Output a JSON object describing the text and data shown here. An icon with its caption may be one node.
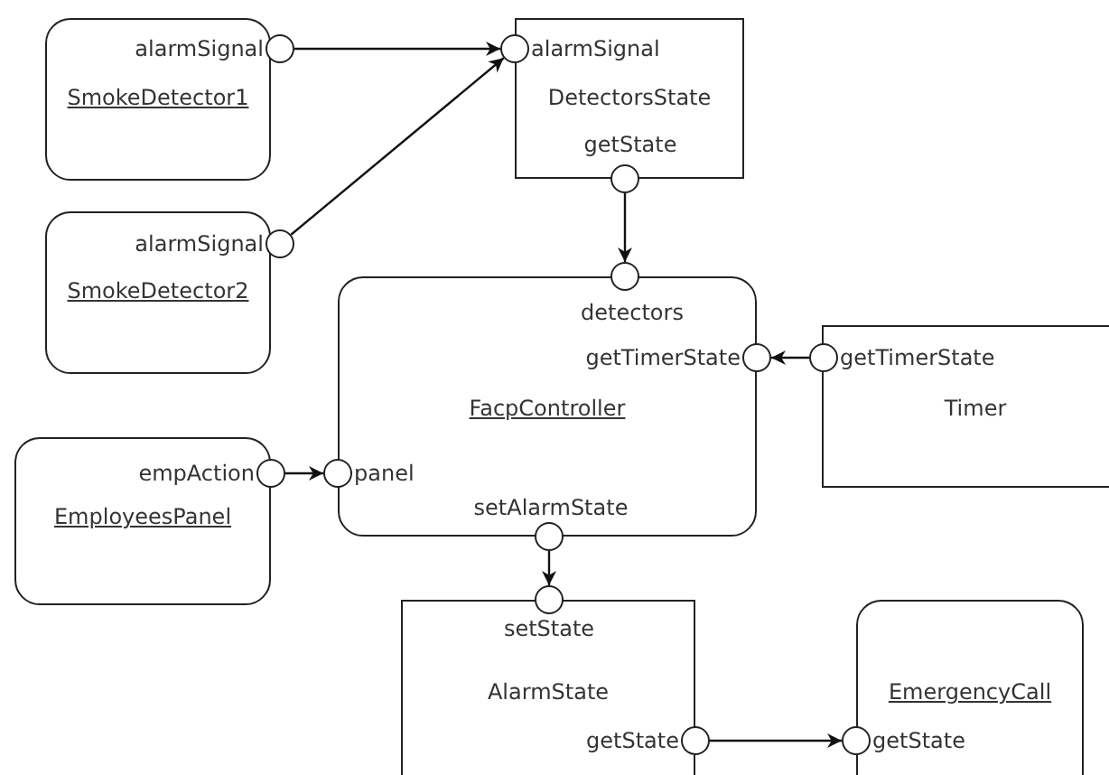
{
  "diagram": {
    "nodes": [
      {
        "text": [
          "SmokeDetector1"
        ]
      },
      {
        "text": [],
        "shape": "circle",
        "beside": [
          "alarmSignal"
        ]
      },
      {
        "text": [
          "DetectorsState"
        ]
      },
      {
        "text": [],
        "shape": "circle",
        "beside": [
          "alarmSignal"
        ]
      },
      {
        "text": [],
        "shape": "circle",
        "beside": [
          "getState"
        ]
      },
      {
        "text": [
          "SmokeDetector2"
        ]
      },
      {
        "text": [],
        "shape": "circle",
        "beside": [
          "alarmSignal"
        ]
      },
      {
        "text": [
          "FacpController"
        ]
      },
      {
        "text": [],
        "shape": "circle",
        "beside": [
          "detectors"
        ]
      },
      {
        "text": [],
        "shape": "circle",
        "beside": [
          "getTimerState"
        ]
      },
      {
        "text": [],
        "shape": "circle",
        "beside": [
          "panel"
        ]
      },
      {
        "text": [],
        "shape": "circle",
        "beside": [
          "setAlarmState"
        ]
      },
      {
        "text": [
          "Timer"
        ]
      },
      {
        "text": [],
        "shape": "circle",
        "beside": [
          "getTimerState"
        ]
      },
      {
        "text": [
          "EmployeesPanel"
        ]
      },
      {
        "text": [],
        "shape": "circle",
        "beside": [
          "empAction"
        ]
      },
      {
        "text": [
          "AlarmState"
        ]
      },
      {
        "text": [],
        "shape": "circle",
        "beside": [
          "setState"
        ]
      },
      {
        "text": [],
        "shape": "circle",
        "beside": [
          "getState"
        ]
      },
      {
        "text": [
          "EmergencyCall"
        ]
      },
      {
        "text": [],
        "shape": "circle",
        "beside": [
          "getState"
        ]
      }
    ],
    "edges": [
      {
        "from": 1,
        "to": 3,
        "arrow": "to"
      },
      {
        "from": 6,
        "to": 3,
        "arrow": "to"
      },
      {
        "from": 4,
        "to": 8,
        "arrow": "to"
      },
      {
        "from": 13,
        "to": 9,
        "arrow": "to"
      },
      {
        "from": 15,
        "to": 10,
        "arrow": "to"
      },
      {
        "from": 11,
        "to": 17,
        "arrow": "to"
      },
      {
        "from": 18,
        "to": 20,
        "arrow": "to"
      }
    ]
  }
}
